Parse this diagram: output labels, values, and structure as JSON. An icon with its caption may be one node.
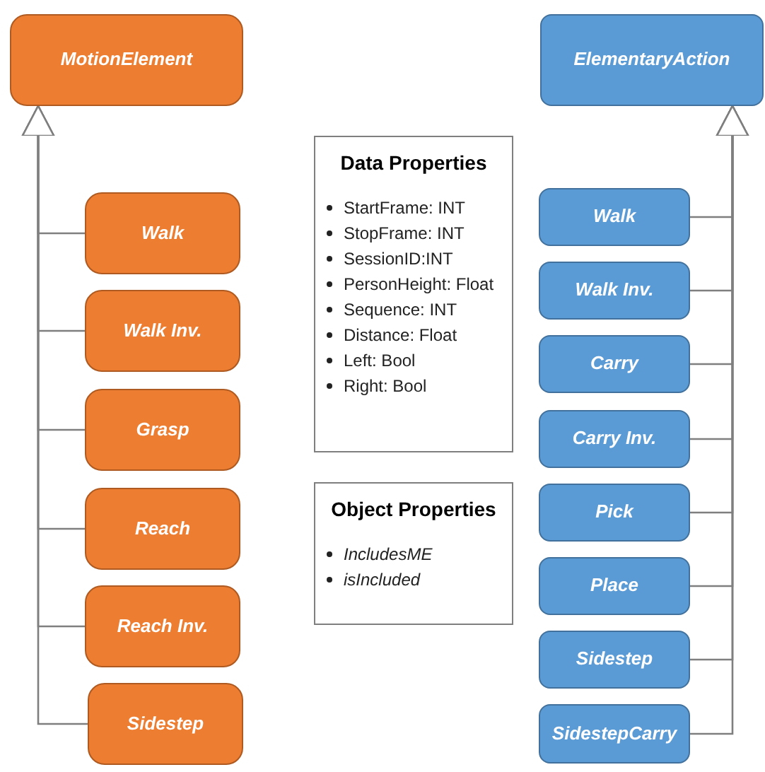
{
  "diagram": {
    "nodes": [
      {
        "text": [
          "MotionElement"
        ]
      },
      {
        "text": [
          "Walk"
        ]
      },
      {
        "text": [
          "Walk Inv."
        ]
      },
      {
        "text": [
          "Grasp"
        ]
      },
      {
        "text": [
          "Reach"
        ]
      },
      {
        "text": [
          "Reach Inv."
        ]
      },
      {
        "text": [
          "Sidestep"
        ]
      },
      {
        "text": [
          "Data Properties",
          "StartFrame: INT",
          "StopFrame: INT",
          "SessionID:INT",
          "PersonHeight: Float",
          "Sequence: INT",
          "Distance: Float",
          "Left: Bool",
          "Right: Bool"
        ]
      },
      {
        "text": [
          "Object Properties",
          "IncludesME",
          "isIncluded"
        ]
      },
      {
        "text": [
          "ElementaryAction"
        ]
      },
      {
        "text": [
          "Walk"
        ]
      },
      {
        "text": [
          "Walk Inv."
        ]
      },
      {
        "text": [
          "Carry"
        ]
      },
      {
        "text": [
          "Carry Inv."
        ]
      },
      {
        "text": [
          "Pick"
        ]
      },
      {
        "text": [
          "Place"
        ]
      },
      {
        "text": [
          "Sidestep"
        ]
      },
      {
        "text": [
          "SidestepCarry"
        ]
      }
    ],
    "edges": [
      {
        "from": 1,
        "to": 0,
        "arrow": "to"
      },
      {
        "from": 2,
        "to": 0,
        "arrow": "to"
      },
      {
        "from": 3,
        "to": 0,
        "arrow": "to"
      },
      {
        "from": 4,
        "to": 0,
        "arrow": "to"
      },
      {
        "from": 5,
        "to": 0,
        "arrow": "to"
      },
      {
        "from": 6,
        "to": 0,
        "arrow": "to"
      },
      {
        "from": 10,
        "to": 9,
        "arrow": "to"
      },
      {
        "from": 11,
        "to": 9,
        "arrow": "to"
      },
      {
        "from": 12,
        "to": 9,
        "arrow": "to"
      },
      {
        "from": 13,
        "to": 9,
        "arrow": "to"
      },
      {
        "from": 14,
        "to": 9,
        "arrow": "to"
      },
      {
        "from": 15,
        "to": 9,
        "arrow": "to"
      },
      {
        "from": 16,
        "to": 9,
        "arrow": "to"
      },
      {
        "from": 17,
        "to": 9,
        "arrow": "to"
      }
    ]
  }
}
